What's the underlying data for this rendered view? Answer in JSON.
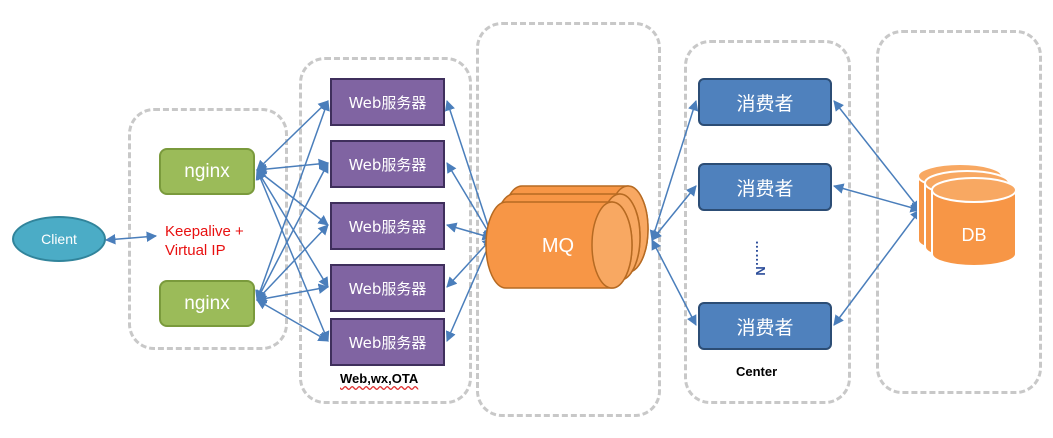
{
  "client": {
    "label": "Client"
  },
  "nginx_group": {
    "nodes": [
      "nginx",
      "nginx"
    ],
    "note_line1": "Keepalive +",
    "note_line2": "Virtual IP"
  },
  "web_group": {
    "nodes": [
      "Web服务器",
      "Web服务器",
      "Web服务器",
      "Web服务器",
      "Web服务器"
    ],
    "caption": "Web,wx,OTA"
  },
  "mq": {
    "label": "MQ"
  },
  "center_group": {
    "nodes": [
      "消费者",
      "消费者",
      "消费者"
    ],
    "ellipsis": "……N",
    "caption": "Center"
  },
  "db": {
    "label": "DB"
  },
  "colors": {
    "nginx": "#9bbb59",
    "web": "#8064a2",
    "consumer": "#4f81bd",
    "client": "#4bacc6",
    "mq": "#f79646",
    "db": "#f79646",
    "connector": "#4a7ebb",
    "group_border": "#c8c8c8",
    "note": "#e81010"
  }
}
